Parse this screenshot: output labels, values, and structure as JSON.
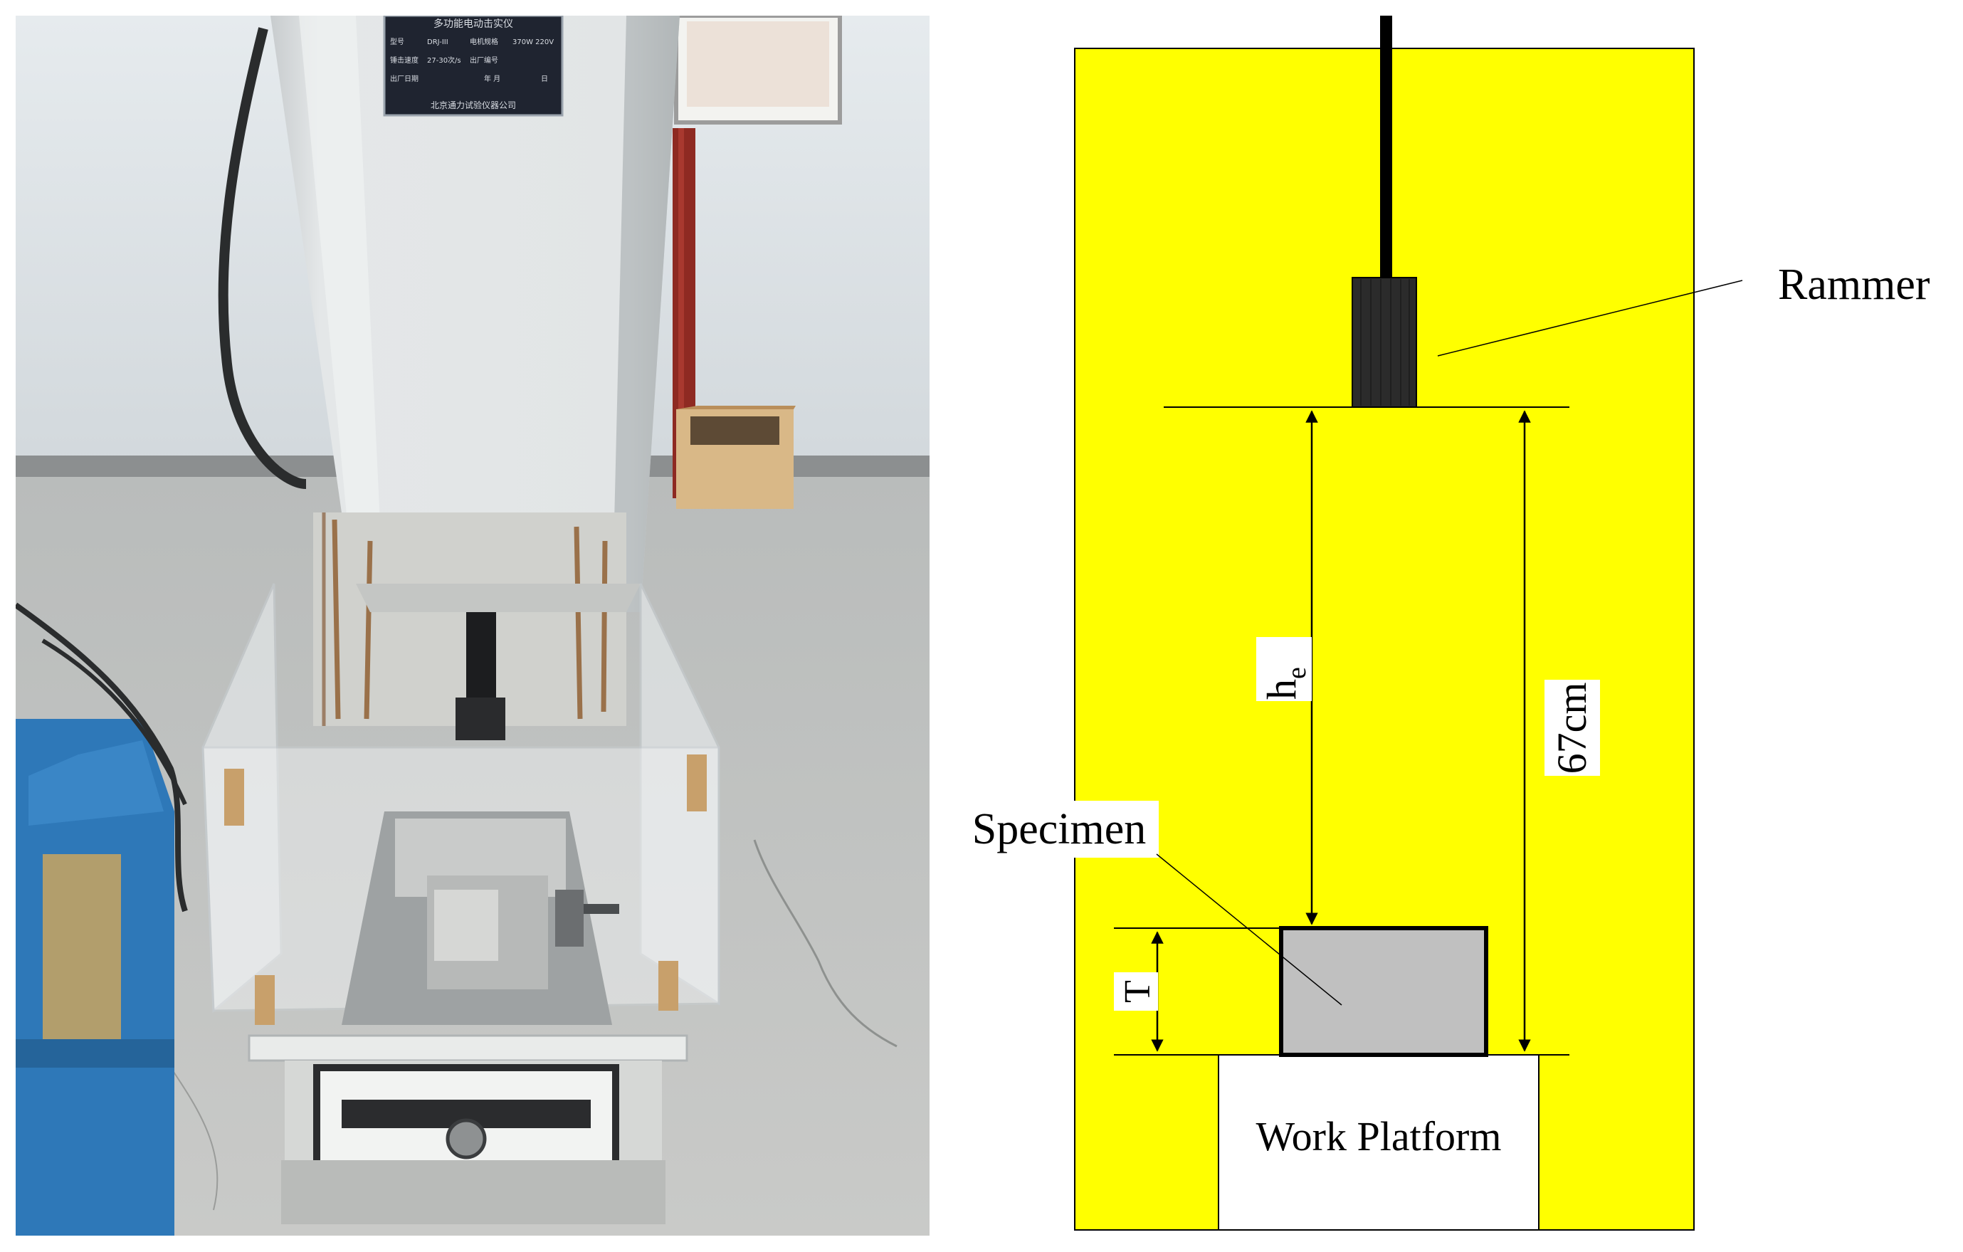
{
  "photo": {
    "nameplate_title": "多功能电动击实仪",
    "nameplate_rows": [
      [
        "型号",
        "DRJ-III",
        "电机规格",
        "370W 220V"
      ],
      [
        "锤击速度",
        "27-30次/s",
        "出厂编号",
        ""
      ],
      [
        "出厂日期",
        "",
        "年  月",
        "日"
      ]
    ],
    "nameplate_maker": "北京通力试验仪器公司"
  },
  "diagram": {
    "labels": {
      "rammer": "Rammer",
      "specimen": "Specimen",
      "work_platform": "Work Platform",
      "he_main": "h",
      "he_sub": "e",
      "drop_height": "67cm",
      "thickness": "T"
    },
    "colors": {
      "background": "#ffff00",
      "rammer": "#2b2b2b",
      "specimen": "#c0c0c0",
      "platform": "#ffffff",
      "lines": "#000000"
    }
  }
}
